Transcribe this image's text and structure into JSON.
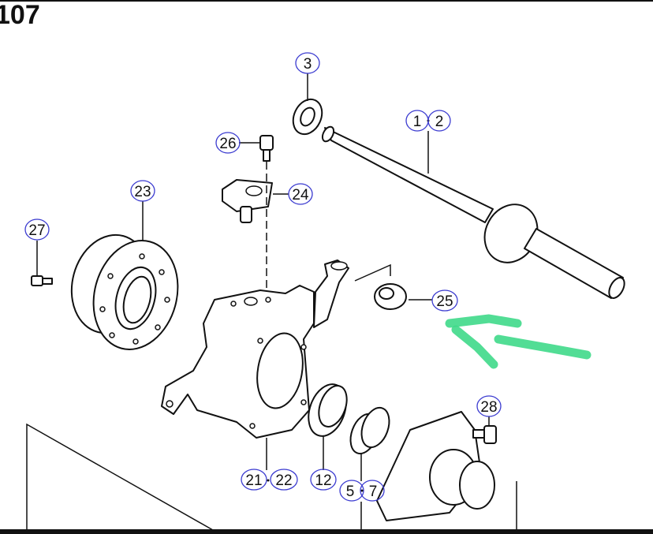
{
  "page_title": "107",
  "callouts": {
    "c3": "3",
    "c1": "1",
    "c2": "2",
    "c26": "26",
    "c24": "24",
    "c23": "23",
    "c27": "27",
    "c25": "25",
    "c28": "28",
    "c21": "21",
    "c22": "22",
    "c12": "12",
    "c5": "5",
    "c7": "7"
  },
  "colors": {
    "callout_outline": "#3b3bd0",
    "annotation_arrow": "#3fd98a"
  }
}
